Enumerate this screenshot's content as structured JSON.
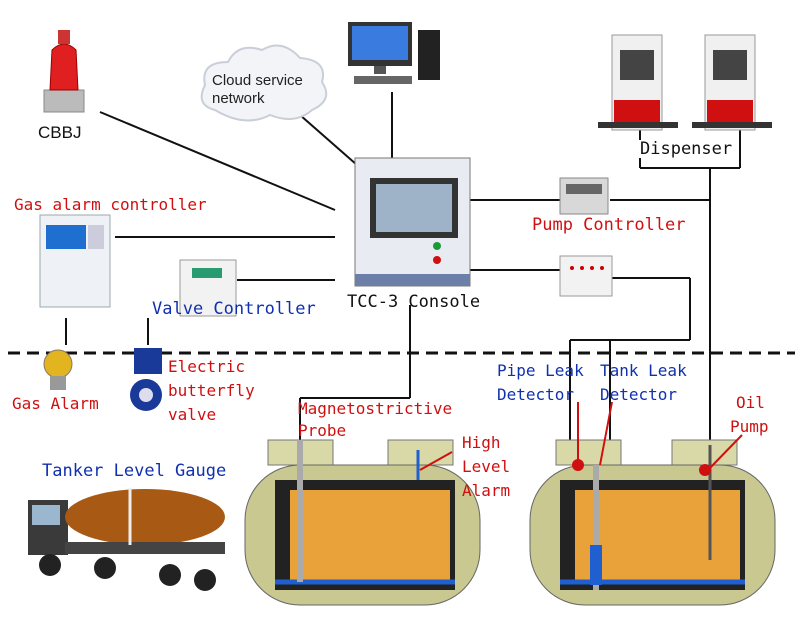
{
  "labels": {
    "cbbj": "CBBJ",
    "cloud_line1": "Cloud service",
    "cloud_line2": "network",
    "dispenser": "Dispenser",
    "gas_alarm_controller": "Gas alarm controller",
    "pump_controller": "Pump Controller",
    "valve_controller": "Valve Controller",
    "console": "TCC-3 Console",
    "gas_alarm": "Gas Alarm",
    "electric_valve": [
      "Electric",
      "butterfly",
      "valve"
    ],
    "magnetostrictive_probe": [
      "Magnetostrictive",
      "Probe"
    ],
    "high_level_alarm": [
      "High",
      "Level",
      "Alarm"
    ],
    "pipe_leak_detector": [
      "Pipe Leak",
      "Detector"
    ],
    "tank_leak_detector": [
      "Tank Leak",
      "Detector"
    ],
    "oil_pump": [
      "Oil",
      "Pump"
    ],
    "tanker_level_gauge": "Tanker Level Gauge"
  },
  "colors": {
    "red_label": "#d01010",
    "blue_label": "#1030b0",
    "fuel": "#e9a23a",
    "tank_body": "#c8c890",
    "water_line": "#1f5fd0"
  }
}
